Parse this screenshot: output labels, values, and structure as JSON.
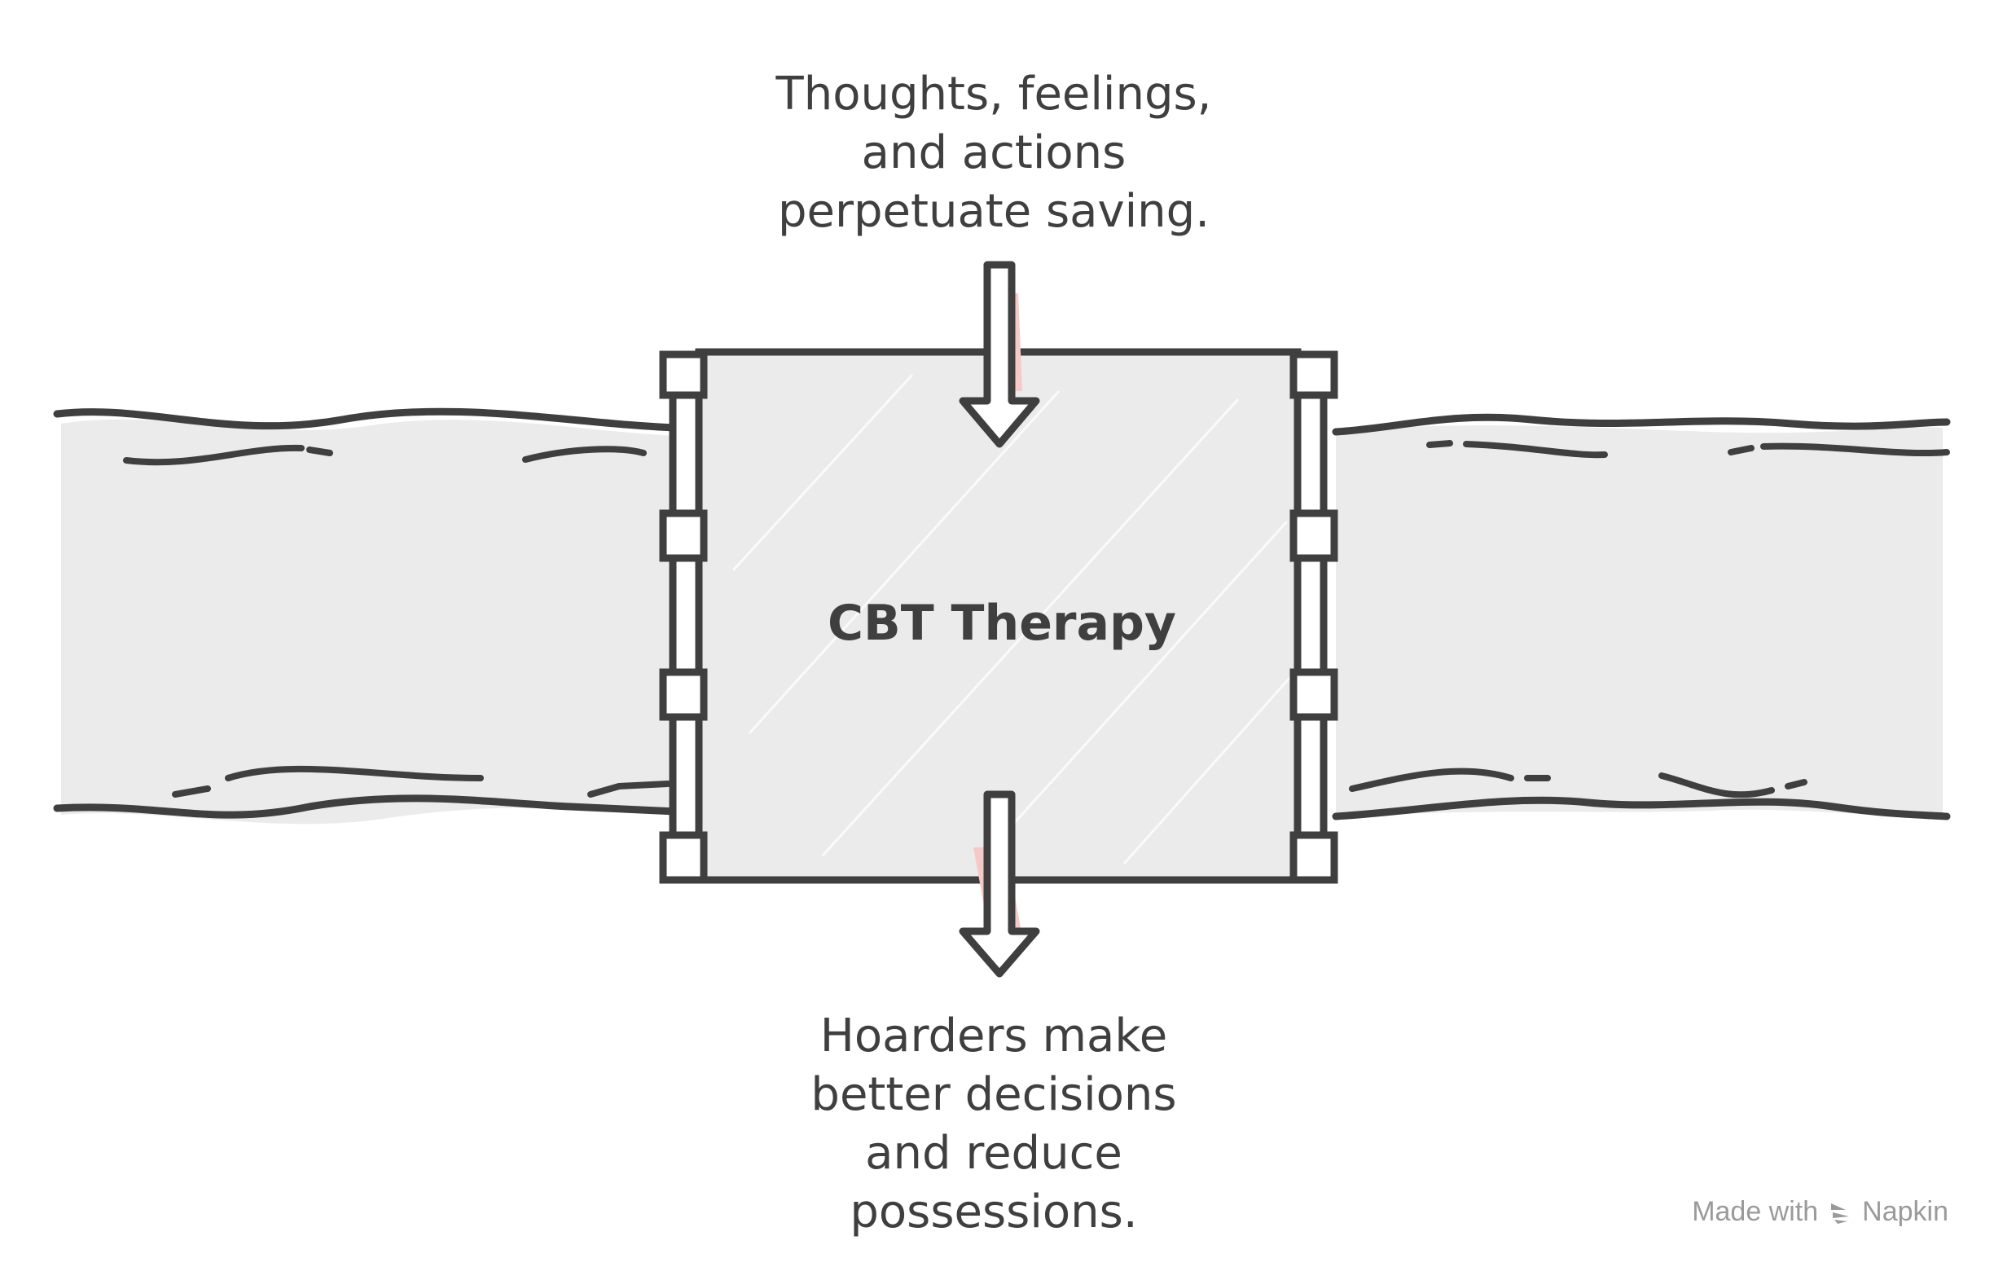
{
  "diagram": {
    "top_caption": "Thoughts, feelings,\nand actions\nperpetuate saving.",
    "center_label": "CBT Therapy",
    "bottom_caption": "Hoarders make\nbetter decisions\nand reduce\npossessions."
  },
  "watermark": {
    "prefix": "Made with",
    "brand": "Napkin"
  },
  "colors": {
    "stroke": "#3f3f3f",
    "fill": "#ebebeb",
    "arrow_accent": "#f6c9c9",
    "text": "#3f3f3f",
    "watermark": "#9a9a9a"
  },
  "icons": [
    "down-arrow-icon",
    "napkin-logo-icon"
  ]
}
